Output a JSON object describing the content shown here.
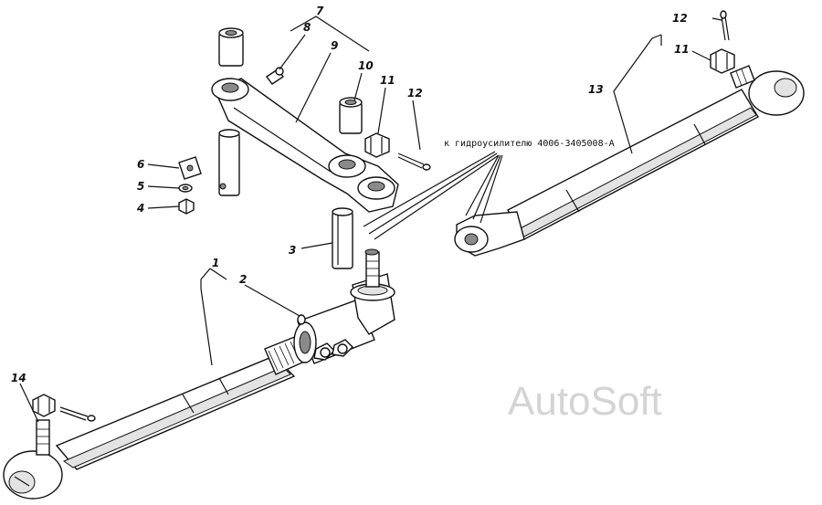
{
  "labels": {
    "l1": "1",
    "l2": "2",
    "l3": "3",
    "l4": "4",
    "l5": "5",
    "l6": "6",
    "l7": "7",
    "l8": "8",
    "l9": "9",
    "l10": "10",
    "l11a": "11",
    "l12a": "12",
    "l11b": "11",
    "l12b": "12",
    "l13": "13",
    "l14": "14"
  },
  "note": "к гидроусилителю  4006-3405008-А",
  "watermark": "AutoSoft"
}
